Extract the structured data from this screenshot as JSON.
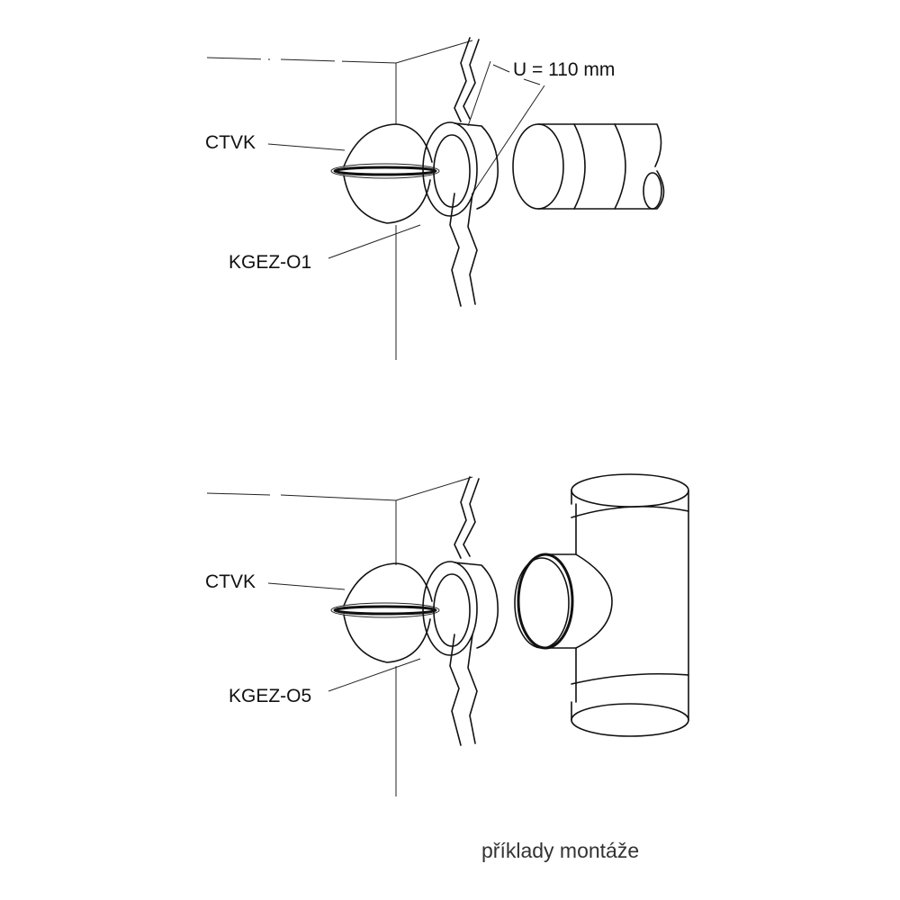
{
  "top_example": {
    "label_device": "CTVK",
    "label_fitting": "KGEZ-O1",
    "dimension": "U = 110 mm"
  },
  "bottom_example": {
    "label_device": "CTVK",
    "label_fitting": "KGEZ-O5"
  },
  "caption": "příklady montáže"
}
